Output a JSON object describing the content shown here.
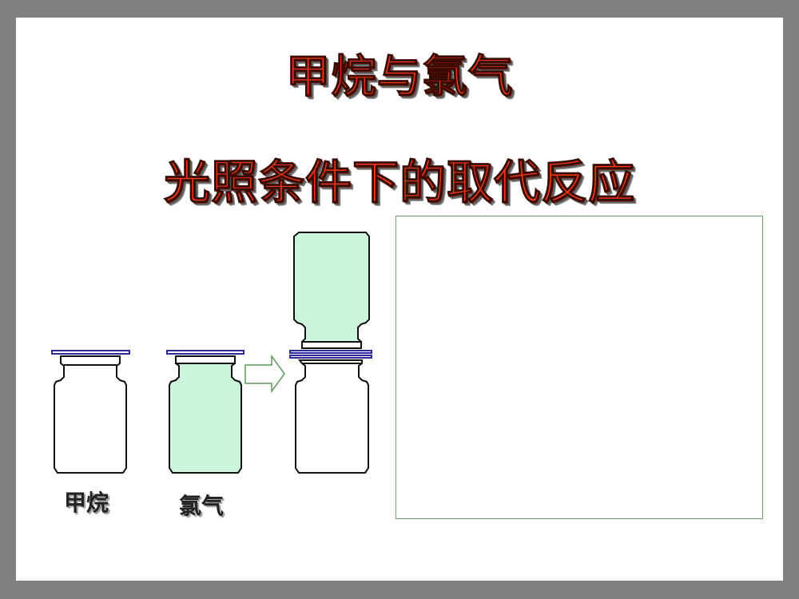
{
  "slide": {
    "title_line1": "甲烷与氯气",
    "title_line2": "光照条件下的取代反应",
    "colors": {
      "title_red": "#f03c14",
      "frame_gray": "#808080",
      "gas_green": "#ccf5dc",
      "lid_blue": "#2a2a9a",
      "arrow_green": "#5a9a5a",
      "box_border": "#6aa86a"
    }
  },
  "diagram": {
    "jars": [
      {
        "id": "methane-jar",
        "label": "甲烷",
        "contents": "colorless"
      },
      {
        "id": "chlorine-jar",
        "label": "氯气",
        "contents": "green"
      },
      {
        "id": "combined-jars",
        "label": "",
        "contents": "green-over-colorless"
      }
    ],
    "arrow": "right-arrow",
    "result_box": ""
  }
}
